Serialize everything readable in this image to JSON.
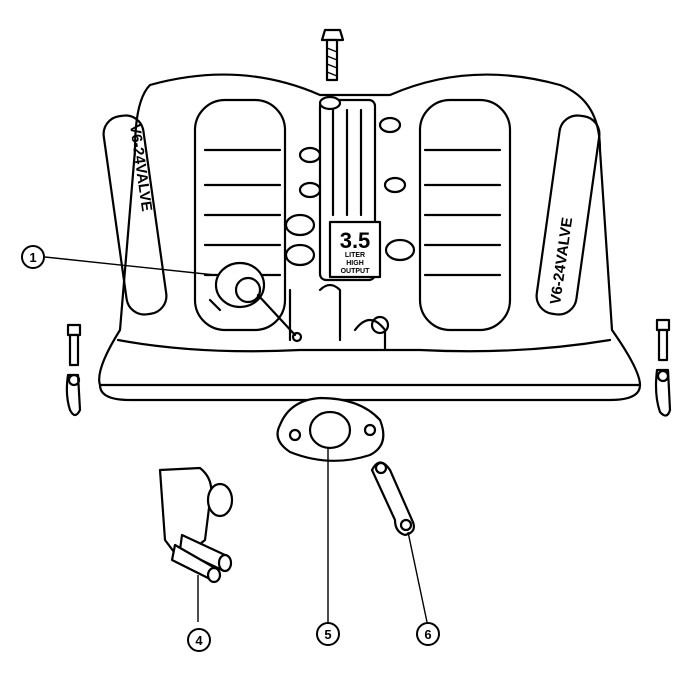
{
  "figure": {
    "callouts": [
      "1",
      "4",
      "5",
      "6"
    ],
    "manifold_lettering_left": "V6-24VALVE",
    "manifold_lettering_right": "V6-24VALVE",
    "badge": {
      "displacement": "3.5",
      "line1": "LITER",
      "line2": "HIGH",
      "line3": "OUTPUT"
    }
  }
}
